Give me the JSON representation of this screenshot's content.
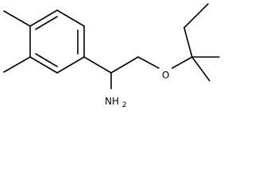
{
  "molecule": {
    "atoms": {
      "oxygen": "O",
      "amine_main": "NH",
      "amine_subscript": "2"
    },
    "colors": {
      "bond": "#000000",
      "text": "#000000",
      "background": "#ffffff"
    }
  }
}
